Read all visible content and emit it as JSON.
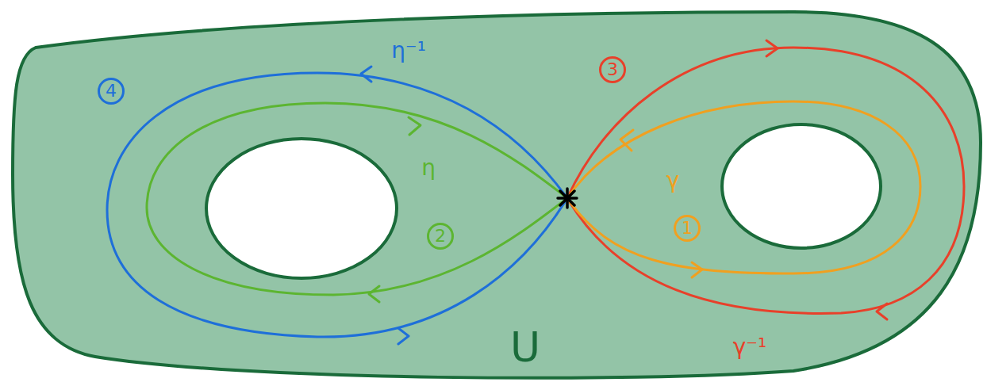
{
  "diagram": {
    "labels": [
      "η⁻¹",
      "4",
      "η",
      "2",
      "3",
      "γ",
      "1",
      "γ⁻¹",
      "U"
    ]
  }
}
